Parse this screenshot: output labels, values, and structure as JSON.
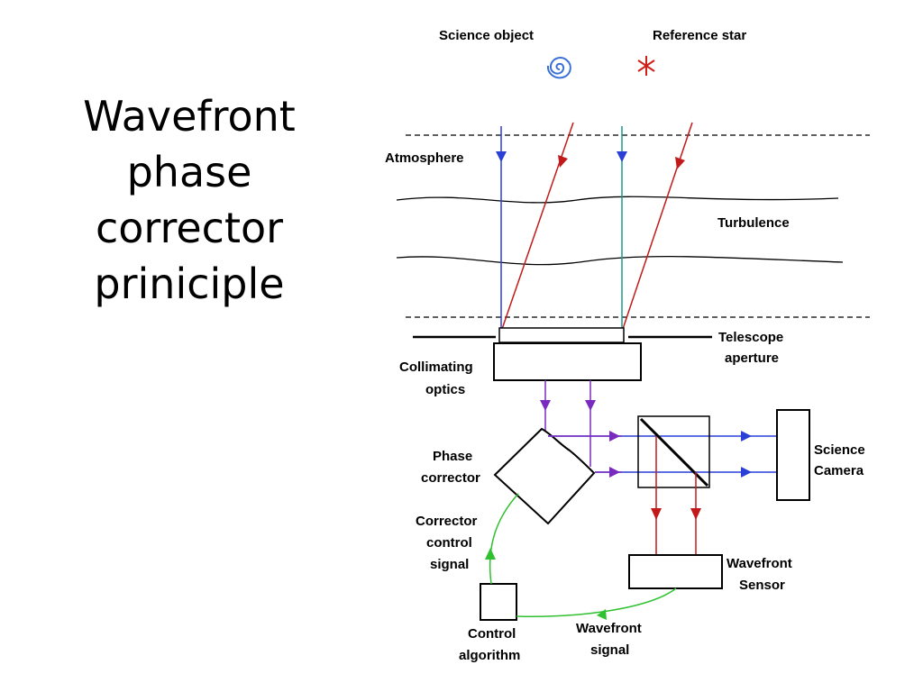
{
  "slide": {
    "title": "Wavefront\nphase\ncorrector\npriniciple"
  },
  "labels": {
    "science_object": "Science object",
    "reference_star": "Reference star",
    "atmosphere": "Atmosphere",
    "turbulence": "Turbulence",
    "telescope_aperture_1": "Telescope",
    "telescope_aperture_2": "aperture",
    "collimating_optics_1": "Collimating",
    "collimating_optics_2": "optics",
    "phase_corrector_1": "Phase",
    "phase_corrector_2": "corrector",
    "science_camera_1": "Science",
    "science_camera_2": "Camera",
    "corrector_control_1": "Corrector",
    "corrector_control_2": "control",
    "corrector_control_3": "signal",
    "wavefront_sensor_1": "Wavefront",
    "wavefront_sensor_2": "Sensor",
    "control_algorithm_1": "Control",
    "control_algorithm_2": "algorithm",
    "wavefront_signal_1": "Wavefront",
    "wavefront_signal_2": "signal"
  },
  "colors": {
    "science_beam": "#2a3fd6",
    "reference_beam": "#c21a1a",
    "combined_beam": "#7a2bbf",
    "teal_beam": "#1a9a8a",
    "control_loop": "#2fc12f",
    "science_object_icon": "#3a6fd8",
    "reference_star_icon": "#d0201a"
  }
}
